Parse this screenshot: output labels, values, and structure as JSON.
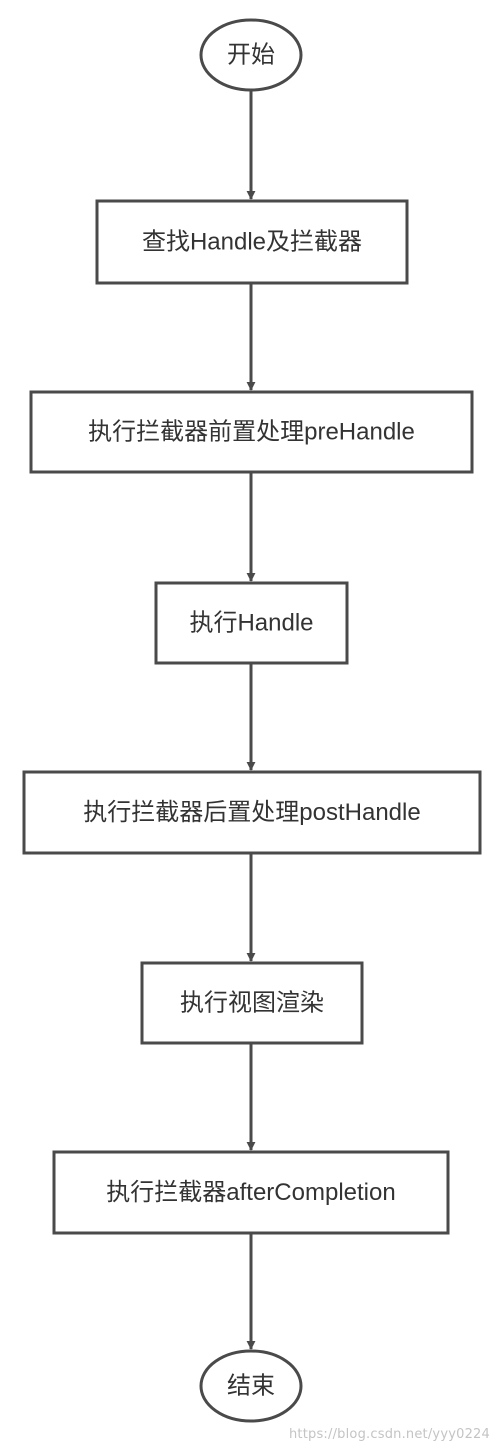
{
  "diagram": {
    "nodes": [
      {
        "id": "start",
        "shape": "terminal",
        "label": "开始"
      },
      {
        "id": "find",
        "shape": "process",
        "label": "查找Handle及拦截器"
      },
      {
        "id": "pre",
        "shape": "process",
        "label": "执行拦截器前置处理preHandle"
      },
      {
        "id": "exec",
        "shape": "process",
        "label": "执行Handle"
      },
      {
        "id": "post",
        "shape": "process",
        "label": "执行拦截器后置处理postHandle"
      },
      {
        "id": "render",
        "shape": "process",
        "label": "执行视图渲染"
      },
      {
        "id": "after",
        "shape": "process",
        "label": "执行拦截器afterCompletion"
      },
      {
        "id": "end",
        "shape": "terminal",
        "label": "结束"
      }
    ],
    "edges": [
      {
        "from": "start",
        "to": "find"
      },
      {
        "from": "find",
        "to": "pre"
      },
      {
        "from": "pre",
        "to": "exec"
      },
      {
        "from": "exec",
        "to": "post"
      },
      {
        "from": "post",
        "to": "render"
      },
      {
        "from": "render",
        "to": "after"
      },
      {
        "from": "after",
        "to": "end"
      }
    ],
    "colors": {
      "stroke": "#4a4a4a",
      "text": "#333333",
      "background": "#ffffff"
    }
  },
  "watermark": "https://blog.csdn.net/yyy0224"
}
